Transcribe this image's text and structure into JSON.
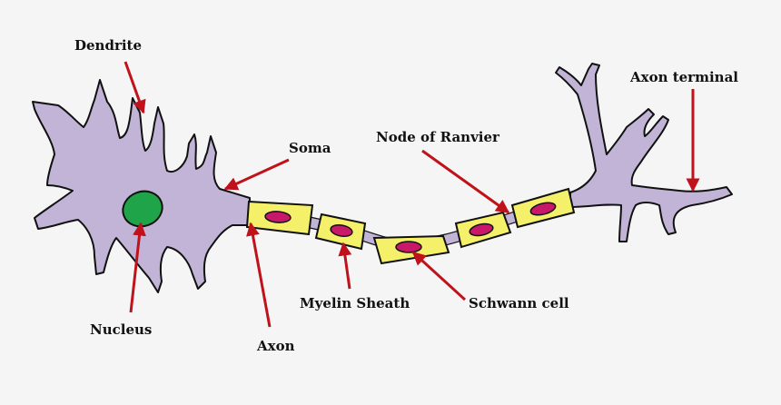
{
  "diagram": {
    "labels": {
      "dendrite": "Dendrite",
      "soma": "Soma",
      "node_of_ranvier": "Node of Ranvier",
      "axon_terminal": "Axon terminal",
      "nucleus": "Nucleus",
      "myelin_sheath": "Myelin Sheath",
      "schwann_cell": "Schwann cell",
      "axon": "Axon"
    },
    "colors": {
      "background": "#f5f5f5",
      "cell_body": "#c2b4d6",
      "nucleus": "#1fa44a",
      "myelin": "#f4f06a",
      "schwann_nucleus": "#c8186a",
      "arrow": "#c0121b",
      "outline": "#111111"
    }
  }
}
